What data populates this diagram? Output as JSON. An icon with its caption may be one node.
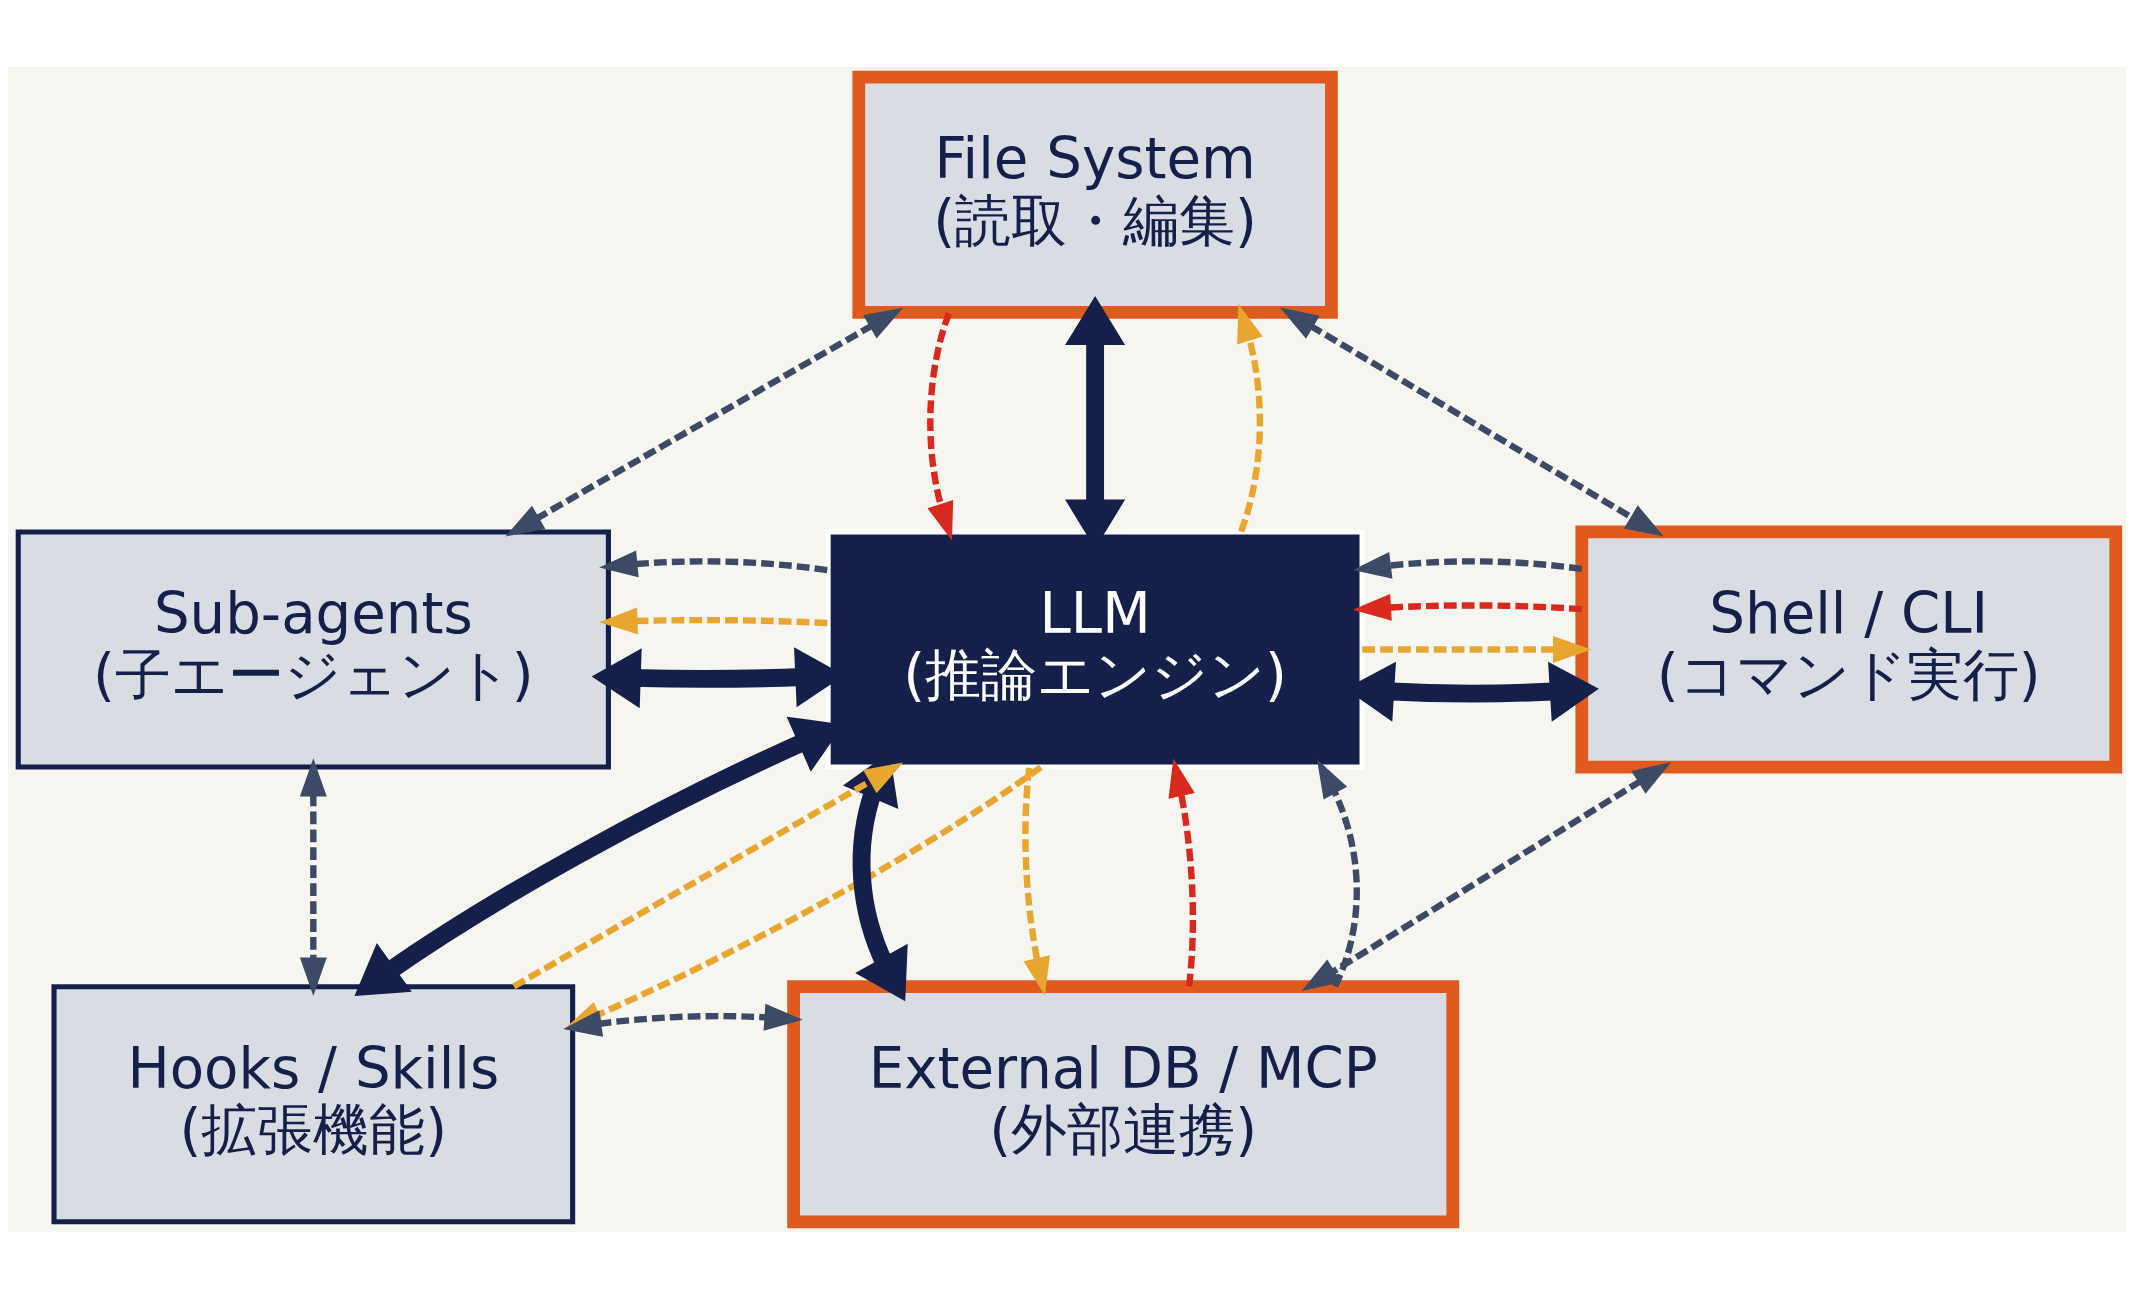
{
  "diagram": {
    "nodes": [
      {
        "text": [
          "File System",
          "(読取・編集)"
        ]
      },
      {
        "text": [
          "Sub-agents",
          "(子エージェント)"
        ]
      },
      {
        "text": [
          "Shell / CLI",
          "(コマンド実行)"
        ]
      },
      {
        "text": [
          "LLM",
          "(推論エンジン)"
        ]
      },
      {
        "text": [
          "Hooks / Skills",
          "(拡張機能)"
        ]
      },
      {
        "text": [
          "External DB / MCP",
          "(外部連携)"
        ]
      }
    ],
    "edges": [
      {
        "from": 3,
        "to": 0,
        "arrow": "both",
        "style": "thick"
      },
      {
        "from": 3,
        "to": 1,
        "arrow": "both",
        "style": "thick"
      },
      {
        "from": 3,
        "to": 2,
        "arrow": "both",
        "style": "thick"
      },
      {
        "from": 3,
        "to": 4,
        "arrow": "both",
        "style": "thick"
      },
      {
        "from": 3,
        "to": 5,
        "arrow": "both",
        "style": "thick"
      },
      {
        "from": 0,
        "to": 1,
        "arrow": "both",
        "style": "dashed",
        "color": "#3d4a66"
      },
      {
        "from": 0,
        "to": 2,
        "arrow": "both",
        "style": "dashed",
        "color": "#3d4a66"
      },
      {
        "from": 1,
        "to": 4,
        "arrow": "both",
        "style": "dashed",
        "color": "#3d4a66"
      },
      {
        "from": 2,
        "to": 5,
        "arrow": "both",
        "style": "dashed",
        "color": "#3d4a66"
      },
      {
        "from": 4,
        "to": 5,
        "arrow": "both",
        "style": "dashed",
        "color": "#3d4a66"
      },
      {
        "from": 3,
        "to": 0,
        "arrow": "to",
        "style": "dashed",
        "color": "#e8a530"
      },
      {
        "from": 0,
        "to": 3,
        "arrow": "to",
        "style": "dashed",
        "color": "#d9281e"
      },
      {
        "from": 3,
        "to": 2,
        "arrow": "to",
        "style": "dashed",
        "color": "#e8a530"
      },
      {
        "from": 2,
        "to": 3,
        "arrow": "to",
        "style": "dashed",
        "color": "#d9281e"
      },
      {
        "from": 3,
        "to": 5,
        "arrow": "to",
        "style": "dashed",
        "color": "#e8a530"
      },
      {
        "from": 5,
        "to": 3,
        "arrow": "to",
        "style": "dashed",
        "color": "#d9281e"
      },
      {
        "from": 3,
        "to": 1,
        "arrow": "to",
        "style": "dashed",
        "color": "#e8a530"
      },
      {
        "from": 4,
        "to": 3,
        "arrow": "to",
        "style": "dashed",
        "color": "#e8a530"
      },
      {
        "from": 3,
        "to": 4,
        "arrow": "to",
        "style": "dashed",
        "color": "#e8a530"
      },
      {
        "from": 2,
        "to": 3,
        "arrow": "to",
        "style": "dashed",
        "color": "#3d4a66"
      },
      {
        "from": 3,
        "to": 1,
        "arrow": "to",
        "style": "dashed",
        "color": "#3d4a66"
      },
      {
        "from": 5,
        "to": 3,
        "arrow": "to",
        "style": "dashed",
        "color": "#3d4a66"
      }
    ]
  }
}
